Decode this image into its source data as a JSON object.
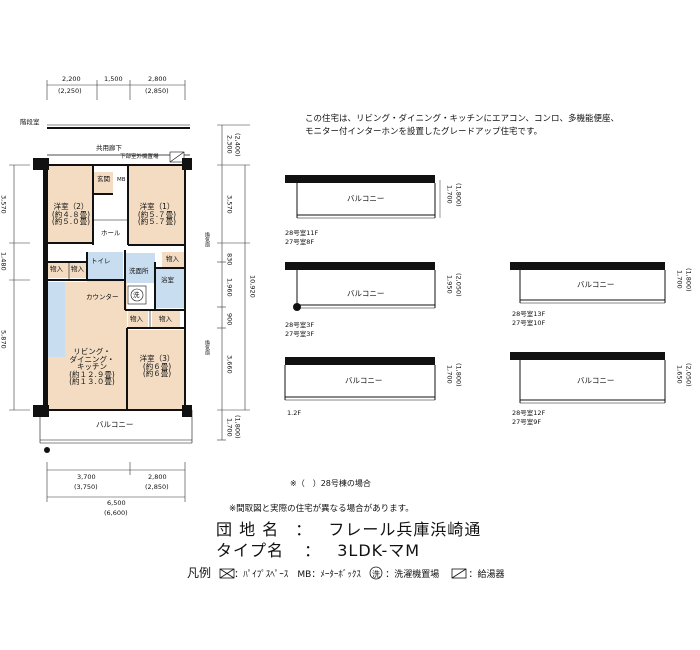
{
  "notice": {
    "line1": "この住宅は、リビング・ダイニング・キッチンにエアコン、コンロ、多機能便座、",
    "line2": "モニター付インターホンを設置したグレードアップ住宅です。"
  },
  "plan": {
    "top_dims": [
      "2,200",
      "1,500",
      "2,800"
    ],
    "top_dims_alt": [
      "(2,250)",
      "(2,850)"
    ],
    "bottom_dims": [
      "3,700",
      "2,800"
    ],
    "bottom_dims_alt": [
      "(3,750)",
      "(2,850)"
    ],
    "total_width": "6,500",
    "total_width_alt": "(6,600)",
    "left_dims": [
      "3,570",
      "1,480",
      "5,870"
    ],
    "right_dims": [
      "2,300",
      "(2,400)",
      "3,570",
      "830",
      "1,960",
      "900",
      "3,660",
      "1,700",
      "(1,800)"
    ],
    "total_depth": "10,920",
    "labels": {
      "stair_room": "階段室",
      "corridor": "共用廊下",
      "meter_box_note": "下部室外機置場",
      "entrance": "玄関",
      "mb": "MB",
      "hall": "ホール",
      "closet": "物入",
      "toilet": "トイレ",
      "washroom": "洗面所",
      "wash_mark": "洗",
      "bath": "浴室",
      "counter": "カウンター",
      "balcony": "バルコニー",
      "vent": "換気扇"
    },
    "rooms": [
      {
        "name": "洋室（2）",
        "size1": "(約４.８畳)",
        "size2": "(約５.０畳)"
      },
      {
        "name": "洋室（1）",
        "size1": "(約５.７畳)",
        "size2": "(約５.７畳)"
      },
      {
        "name": "リビング・",
        "size1": "ダイニング・",
        "size2": "キッチン"
      },
      {
        "name": "洋室（3）",
        "size1": "(約６畳)",
        "size2": "(約６畳)"
      }
    ],
    "ldk_sizes": [
      "(約１２.９畳)",
      "(約１３.０畳)"
    ]
  },
  "variants": [
    {
      "dims": [
        "1,700",
        "(1,800)"
      ],
      "units": [
        "28号室11F",
        "27号室8F"
      ]
    },
    {
      "dims": [
        "1,950",
        "(2,050)"
      ],
      "units": [
        "28号室3F",
        "27号室3F"
      ]
    },
    {
      "dims": [
        "1,700",
        "(1,800)"
      ],
      "units": [
        "1.2F"
      ]
    },
    {
      "dims": [
        "1,700",
        "(1,800)"
      ],
      "units": [
        "28号室13F",
        "27号室10F"
      ]
    },
    {
      "dims": [
        "1,650",
        "(2,050)"
      ],
      "units": [
        "28号室12F",
        "27号室9F"
      ]
    }
  ],
  "footnote": "※（　）28号棟の場合",
  "difference_note": "※間取図と実際の住宅が異なる場合があります。",
  "complex": {
    "label": "団 地 名",
    "colon": "：",
    "value": "フレール兵庫浜崎通"
  },
  "type": {
    "label": "タイプ名",
    "colon": "：",
    "value": "3LDK-マM"
  },
  "legend": {
    "title": "凡例",
    "pipe_space": "：ﾊﾟｲﾌﾟｽﾍﾟｰｽ",
    "meter_box": "MB：ﾒｰﾀｰﾎﾞｯｸｽ",
    "washer_mark": "洗",
    "washer": "：洗濯機置場",
    "water_heater": "：給湯器"
  },
  "colors": {
    "room_fill": "#f3dcc2",
    "wet_fill": "#c9ddf0",
    "closet_fill": "#f3dcc2",
    "wall": "#111111"
  }
}
